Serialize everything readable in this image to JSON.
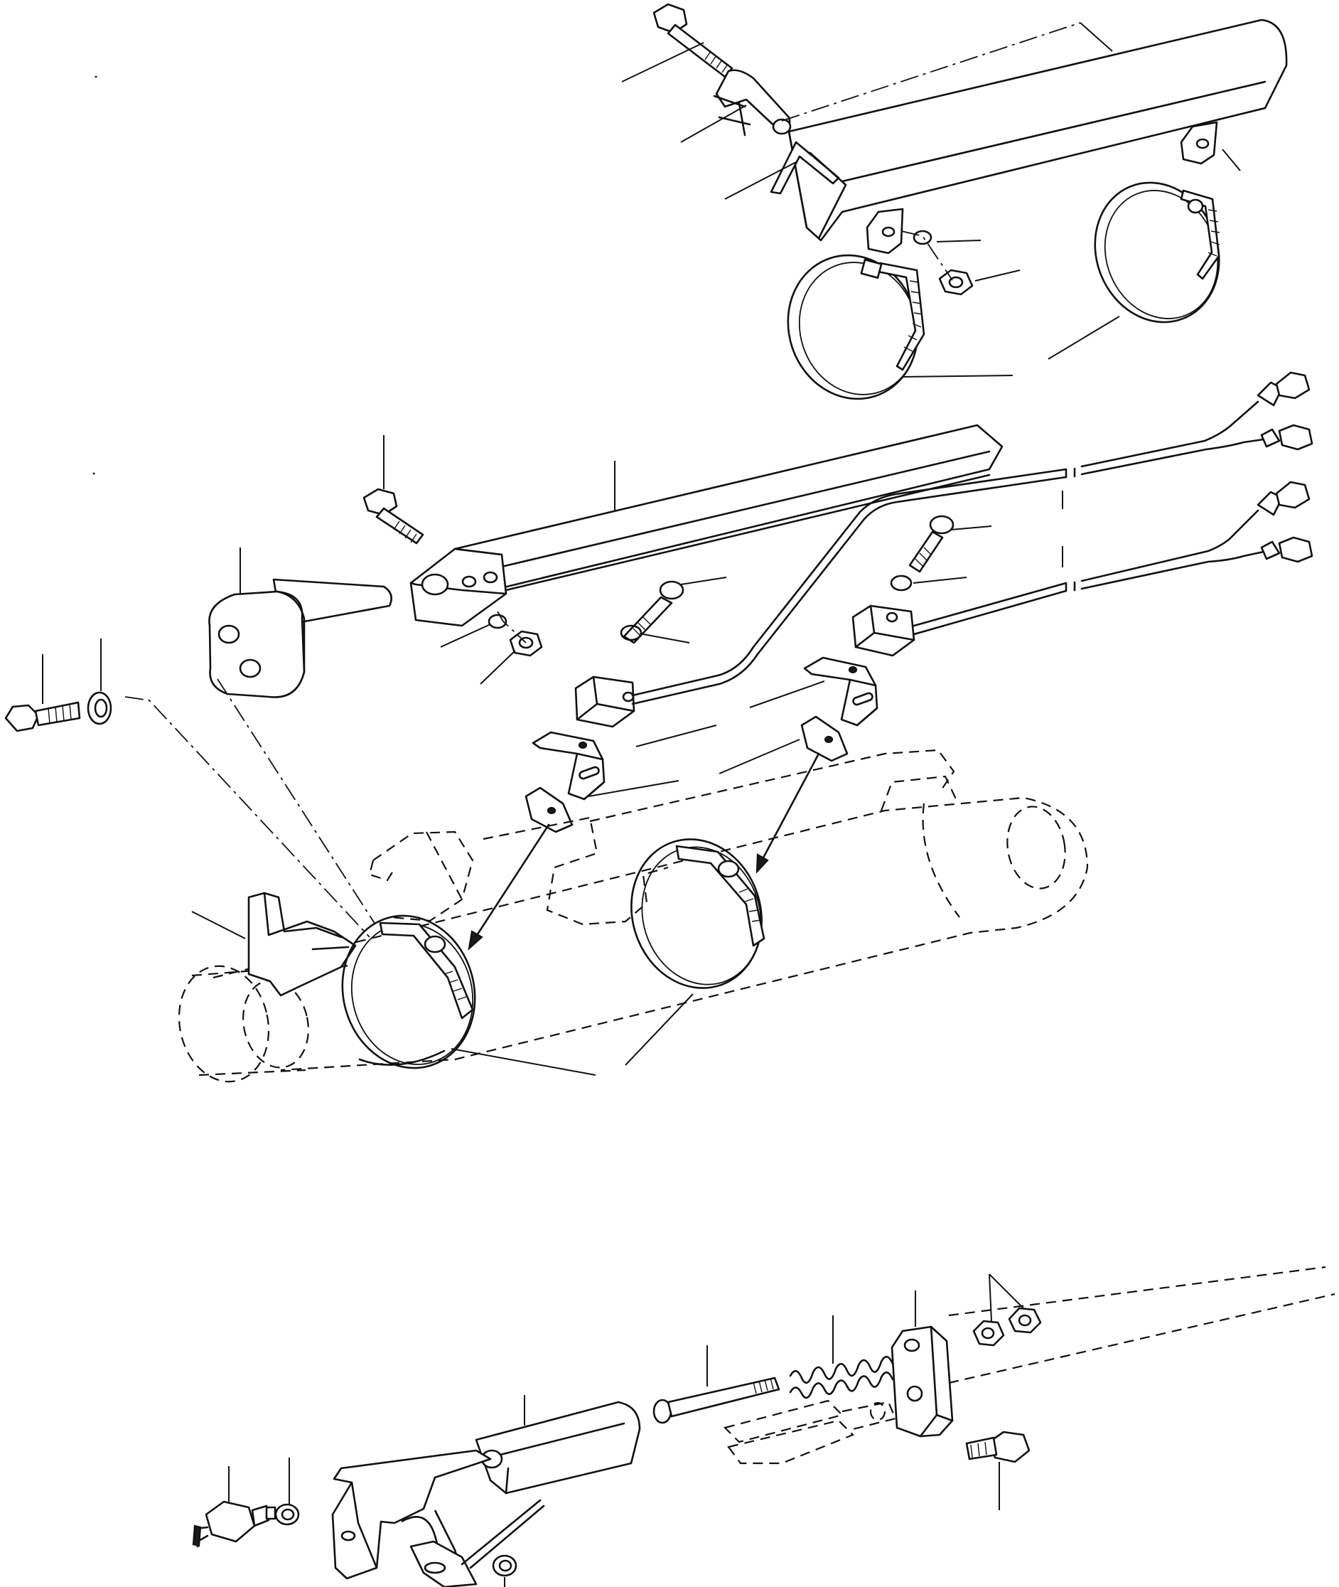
{
  "drawing": {
    "description_visible_text": [],
    "line_color": "#111111",
    "background_color": "#ffffff",
    "line_style": "exploded-parts line drawing, dashed phantom outline for mounting body",
    "assemblies": [
      {
        "name": "upper-support-bar",
        "parts": [
          "hex-bolt",
          "u-clip",
          "angle-bracket",
          "mount-tab-left",
          "mount-tab-right",
          "lock-washer",
          "hex-nut",
          "hose-clamp-left",
          "hose-clamp-right"
        ]
      },
      {
        "name": "middle-sensor-rail",
        "parts": [
          "hex-bolt",
          "square-rail",
          "rail-end-block",
          "pivot-pin-with-plate",
          "hex-bolt-left",
          "lock-washer-left",
          "lock-washer",
          "hex-nut",
          "socket-cap-screw-a",
          "socket-cap-screw-b",
          "washer-a",
          "washer-b",
          "sensor-block-a",
          "sensor-block-b",
          "saddle-bracket-a",
          "saddle-bracket-b",
          "clip-plate-a",
          "clip-plate-b",
          "sensor-cable-a",
          "sensor-cable-b",
          "cable-connectors",
          "hose-clamp-front",
          "hose-clamp-rear",
          "mounting-bracket",
          "phantom-cylinder-body"
        ]
      },
      {
        "name": "lower-switch-assembly",
        "parts": [
          "pressure-switch",
          "flat-washer-a",
          "offset-bracket",
          "flat-washer-b",
          "square-housing",
          "guide-rod",
          "compression-spring",
          "clevis-phantom",
          "pivot-block",
          "hex-nut-a",
          "hex-nut-b",
          "hex-bolt"
        ]
      }
    ]
  }
}
